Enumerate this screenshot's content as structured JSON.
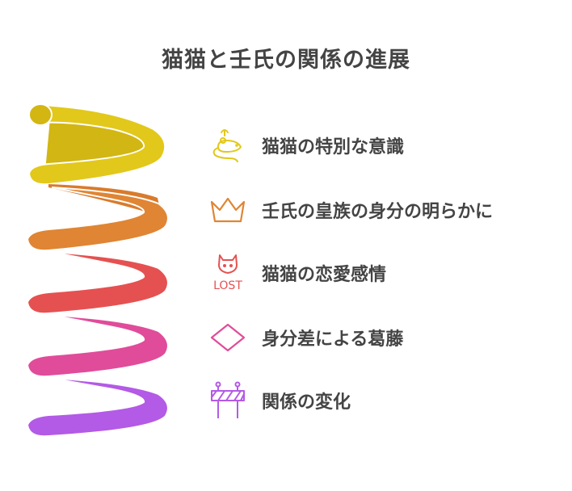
{
  "title": "猫猫と壬氏の関係の進展",
  "items": [
    {
      "label": "猫猫の特別な意識",
      "icon": "mouse-icon",
      "color": "#e2c81a"
    },
    {
      "label": "壬氏の皇族の身分の明らかに",
      "icon": "crown-icon",
      "color": "#e08533"
    },
    {
      "label": "猫猫の恋愛感情",
      "icon": "lost-cat-icon",
      "color": "#e55151"
    },
    {
      "label": "身分差による葛藤",
      "icon": "diamond-icon",
      "color": "#e04c9a"
    },
    {
      "label": "関係の変化",
      "icon": "barrier-icon",
      "color": "#b35ae6"
    }
  ],
  "lost_text": "LOST"
}
